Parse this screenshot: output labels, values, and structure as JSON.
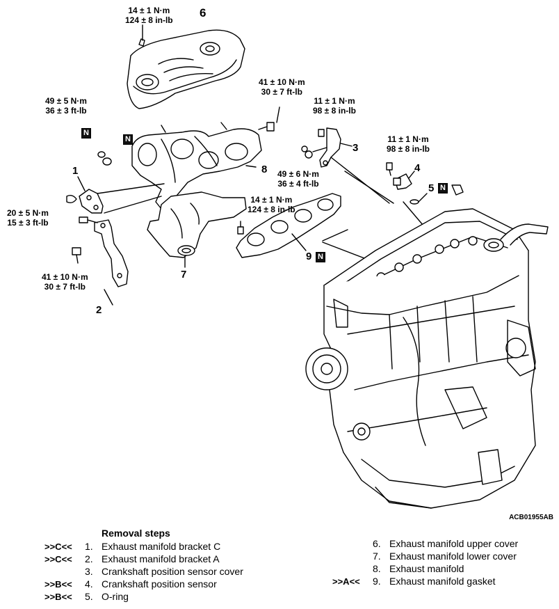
{
  "diagram": {
    "part_numbers": [
      "1",
      "2",
      "3",
      "4",
      "5",
      "6",
      "7",
      "8",
      "9"
    ],
    "torque": {
      "t6": {
        "nm": "14 ± 1 N·m",
        "imp": "124 ± 8 in-lb"
      },
      "t8": {
        "nm": "41 ± 10 N·m",
        "imp": "30 ± 7 ft-lb"
      },
      "t3a": {
        "nm": "11 ± 1 N·m",
        "imp": "98 ± 8 in-lb"
      },
      "t3b": {
        "nm": "49 ± 6 N·m",
        "imp": "36 ± 4 ft-lb"
      },
      "t4": {
        "nm": "11 ± 1 N·m",
        "imp": "98 ± 8 in-lb"
      },
      "t1nut": {
        "nm": "49 ± 5 N·m",
        "imp": "36 ± 3 ft-lb"
      },
      "t1": {
        "nm": "20 ± 5 N·m",
        "imp": "15 ± 3 ft-lb"
      },
      "t7": {
        "nm": "14 ± 1 N·m",
        "imp": "124 ± 8 in-lb"
      },
      "t2": {
        "nm": "41 ± 10 N·m",
        "imp": "30 ± 7 ft-lb"
      }
    },
    "badge_letter": "N",
    "figure_code": "ACB01955AB"
  },
  "removal": {
    "title": "Removal steps",
    "left": [
      {
        "mark": ">>C<<",
        "idx": "1.",
        "text": "Exhaust manifold bracket C"
      },
      {
        "mark": ">>C<<",
        "idx": "2.",
        "text": "Exhaust manifold bracket A"
      },
      {
        "mark": "",
        "idx": "3.",
        "text": "Crankshaft position sensor cover"
      },
      {
        "mark": ">>B<<",
        "idx": "4.",
        "text": "Crankshaft position sensor"
      },
      {
        "mark": ">>B<<",
        "idx": "5.",
        "text": "O-ring"
      }
    ],
    "right": [
      {
        "mark": "",
        "idx": "6.",
        "text": "Exhaust manifold upper cover"
      },
      {
        "mark": "",
        "idx": "7.",
        "text": "Exhaust manifold lower cover"
      },
      {
        "mark": "",
        "idx": "8.",
        "text": "Exhaust manifold"
      },
      {
        "mark": ">>A<<",
        "idx": "9.",
        "text": "Exhaust manifold gasket"
      }
    ]
  }
}
